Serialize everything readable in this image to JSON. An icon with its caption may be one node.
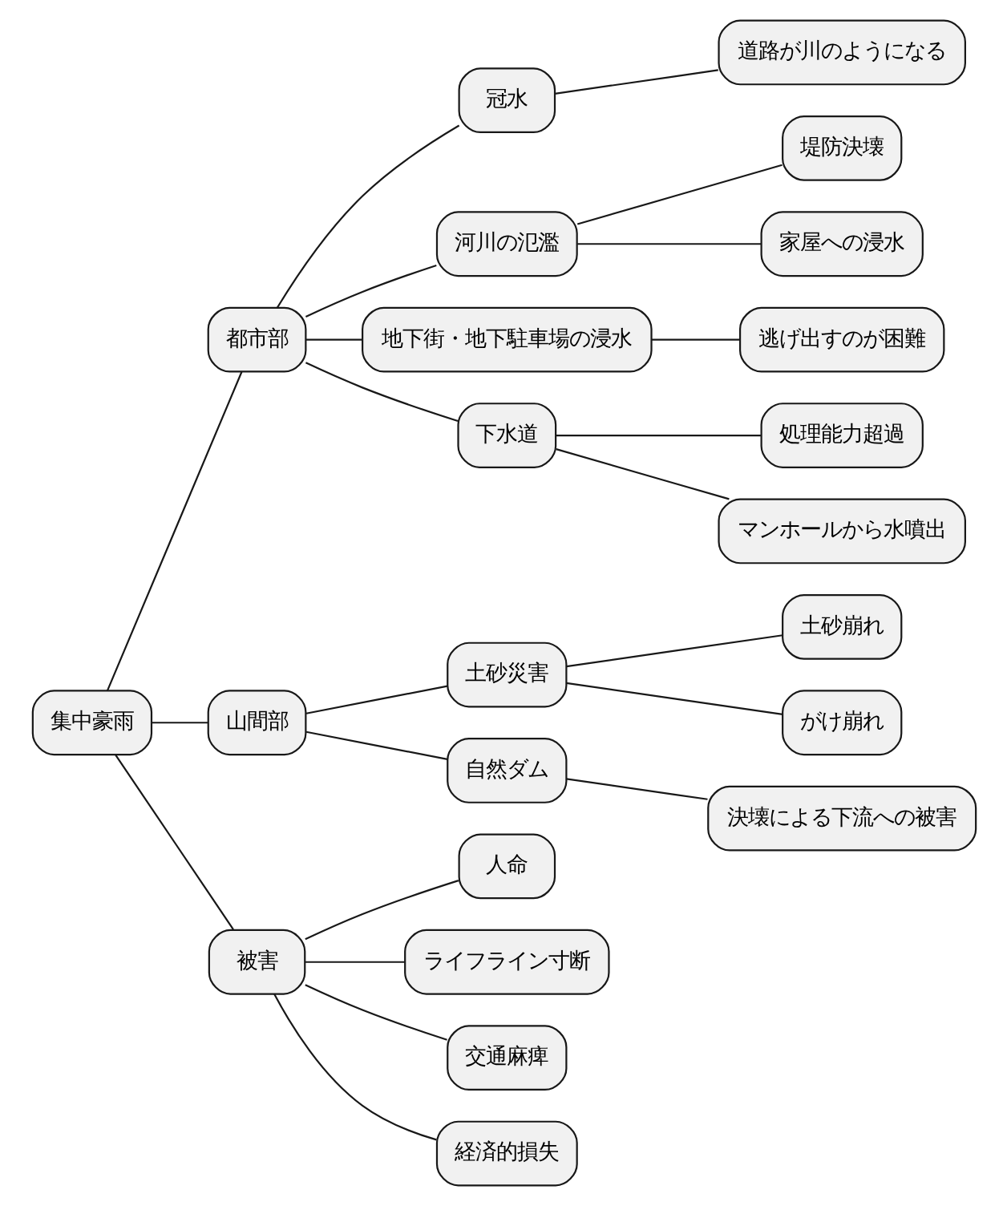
{
  "diagram": {
    "nodes": [
      {
        "text": [
          "集中豪雨"
        ]
      },
      {
        "text": [
          "都市部"
        ]
      },
      {
        "text": [
          "冠水"
        ]
      },
      {
        "text": [
          "道路が川のようになる"
        ]
      },
      {
        "text": [
          "河川の氾濫"
        ]
      },
      {
        "text": [
          "堤防決壊"
        ]
      },
      {
        "text": [
          "家屋への浸水"
        ]
      },
      {
        "text": [
          "地下街・地下駐車場の浸水"
        ]
      },
      {
        "text": [
          "逃げ出すのが困難"
        ]
      },
      {
        "text": [
          "下水道"
        ]
      },
      {
        "text": [
          "処理能力超過"
        ]
      },
      {
        "text": [
          "マンホールから水噴出"
        ]
      },
      {
        "text": [
          "山間部"
        ]
      },
      {
        "text": [
          "土砂災害"
        ]
      },
      {
        "text": [
          "土砂崩れ"
        ]
      },
      {
        "text": [
          "がけ崩れ"
        ]
      },
      {
        "text": [
          "自然ダム"
        ]
      },
      {
        "text": [
          "決壊による下流への被害"
        ]
      },
      {
        "text": [
          "被害"
        ]
      },
      {
        "text": [
          "人命"
        ]
      },
      {
        "text": [
          "ライフライン寸断"
        ]
      },
      {
        "text": [
          "交通麻痺"
        ]
      },
      {
        "text": [
          "経済的損失"
        ]
      }
    ],
    "edges": [
      {
        "from": 0,
        "to": 1,
        "arrow": "none"
      },
      {
        "from": 1,
        "to": 2,
        "arrow": "none"
      },
      {
        "from": 2,
        "to": 3,
        "arrow": "none"
      },
      {
        "from": 1,
        "to": 4,
        "arrow": "none"
      },
      {
        "from": 4,
        "to": 5,
        "arrow": "none"
      },
      {
        "from": 4,
        "to": 6,
        "arrow": "none"
      },
      {
        "from": 1,
        "to": 7,
        "arrow": "none"
      },
      {
        "from": 7,
        "to": 8,
        "arrow": "none"
      },
      {
        "from": 1,
        "to": 9,
        "arrow": "none"
      },
      {
        "from": 9,
        "to": 10,
        "arrow": "none"
      },
      {
        "from": 9,
        "to": 11,
        "arrow": "none"
      },
      {
        "from": 0,
        "to": 12,
        "arrow": "none"
      },
      {
        "from": 12,
        "to": 13,
        "arrow": "none"
      },
      {
        "from": 13,
        "to": 14,
        "arrow": "none"
      },
      {
        "from": 13,
        "to": 15,
        "arrow": "none"
      },
      {
        "from": 12,
        "to": 16,
        "arrow": "none"
      },
      {
        "from": 16,
        "to": 17,
        "arrow": "none"
      },
      {
        "from": 0,
        "to": 18,
        "arrow": "none"
      },
      {
        "from": 18,
        "to": 19,
        "arrow": "none"
      },
      {
        "from": 18,
        "to": 20,
        "arrow": "none"
      },
      {
        "from": 18,
        "to": 21,
        "arrow": "none"
      },
      {
        "from": 18,
        "to": 22,
        "arrow": "none"
      }
    ]
  }
}
